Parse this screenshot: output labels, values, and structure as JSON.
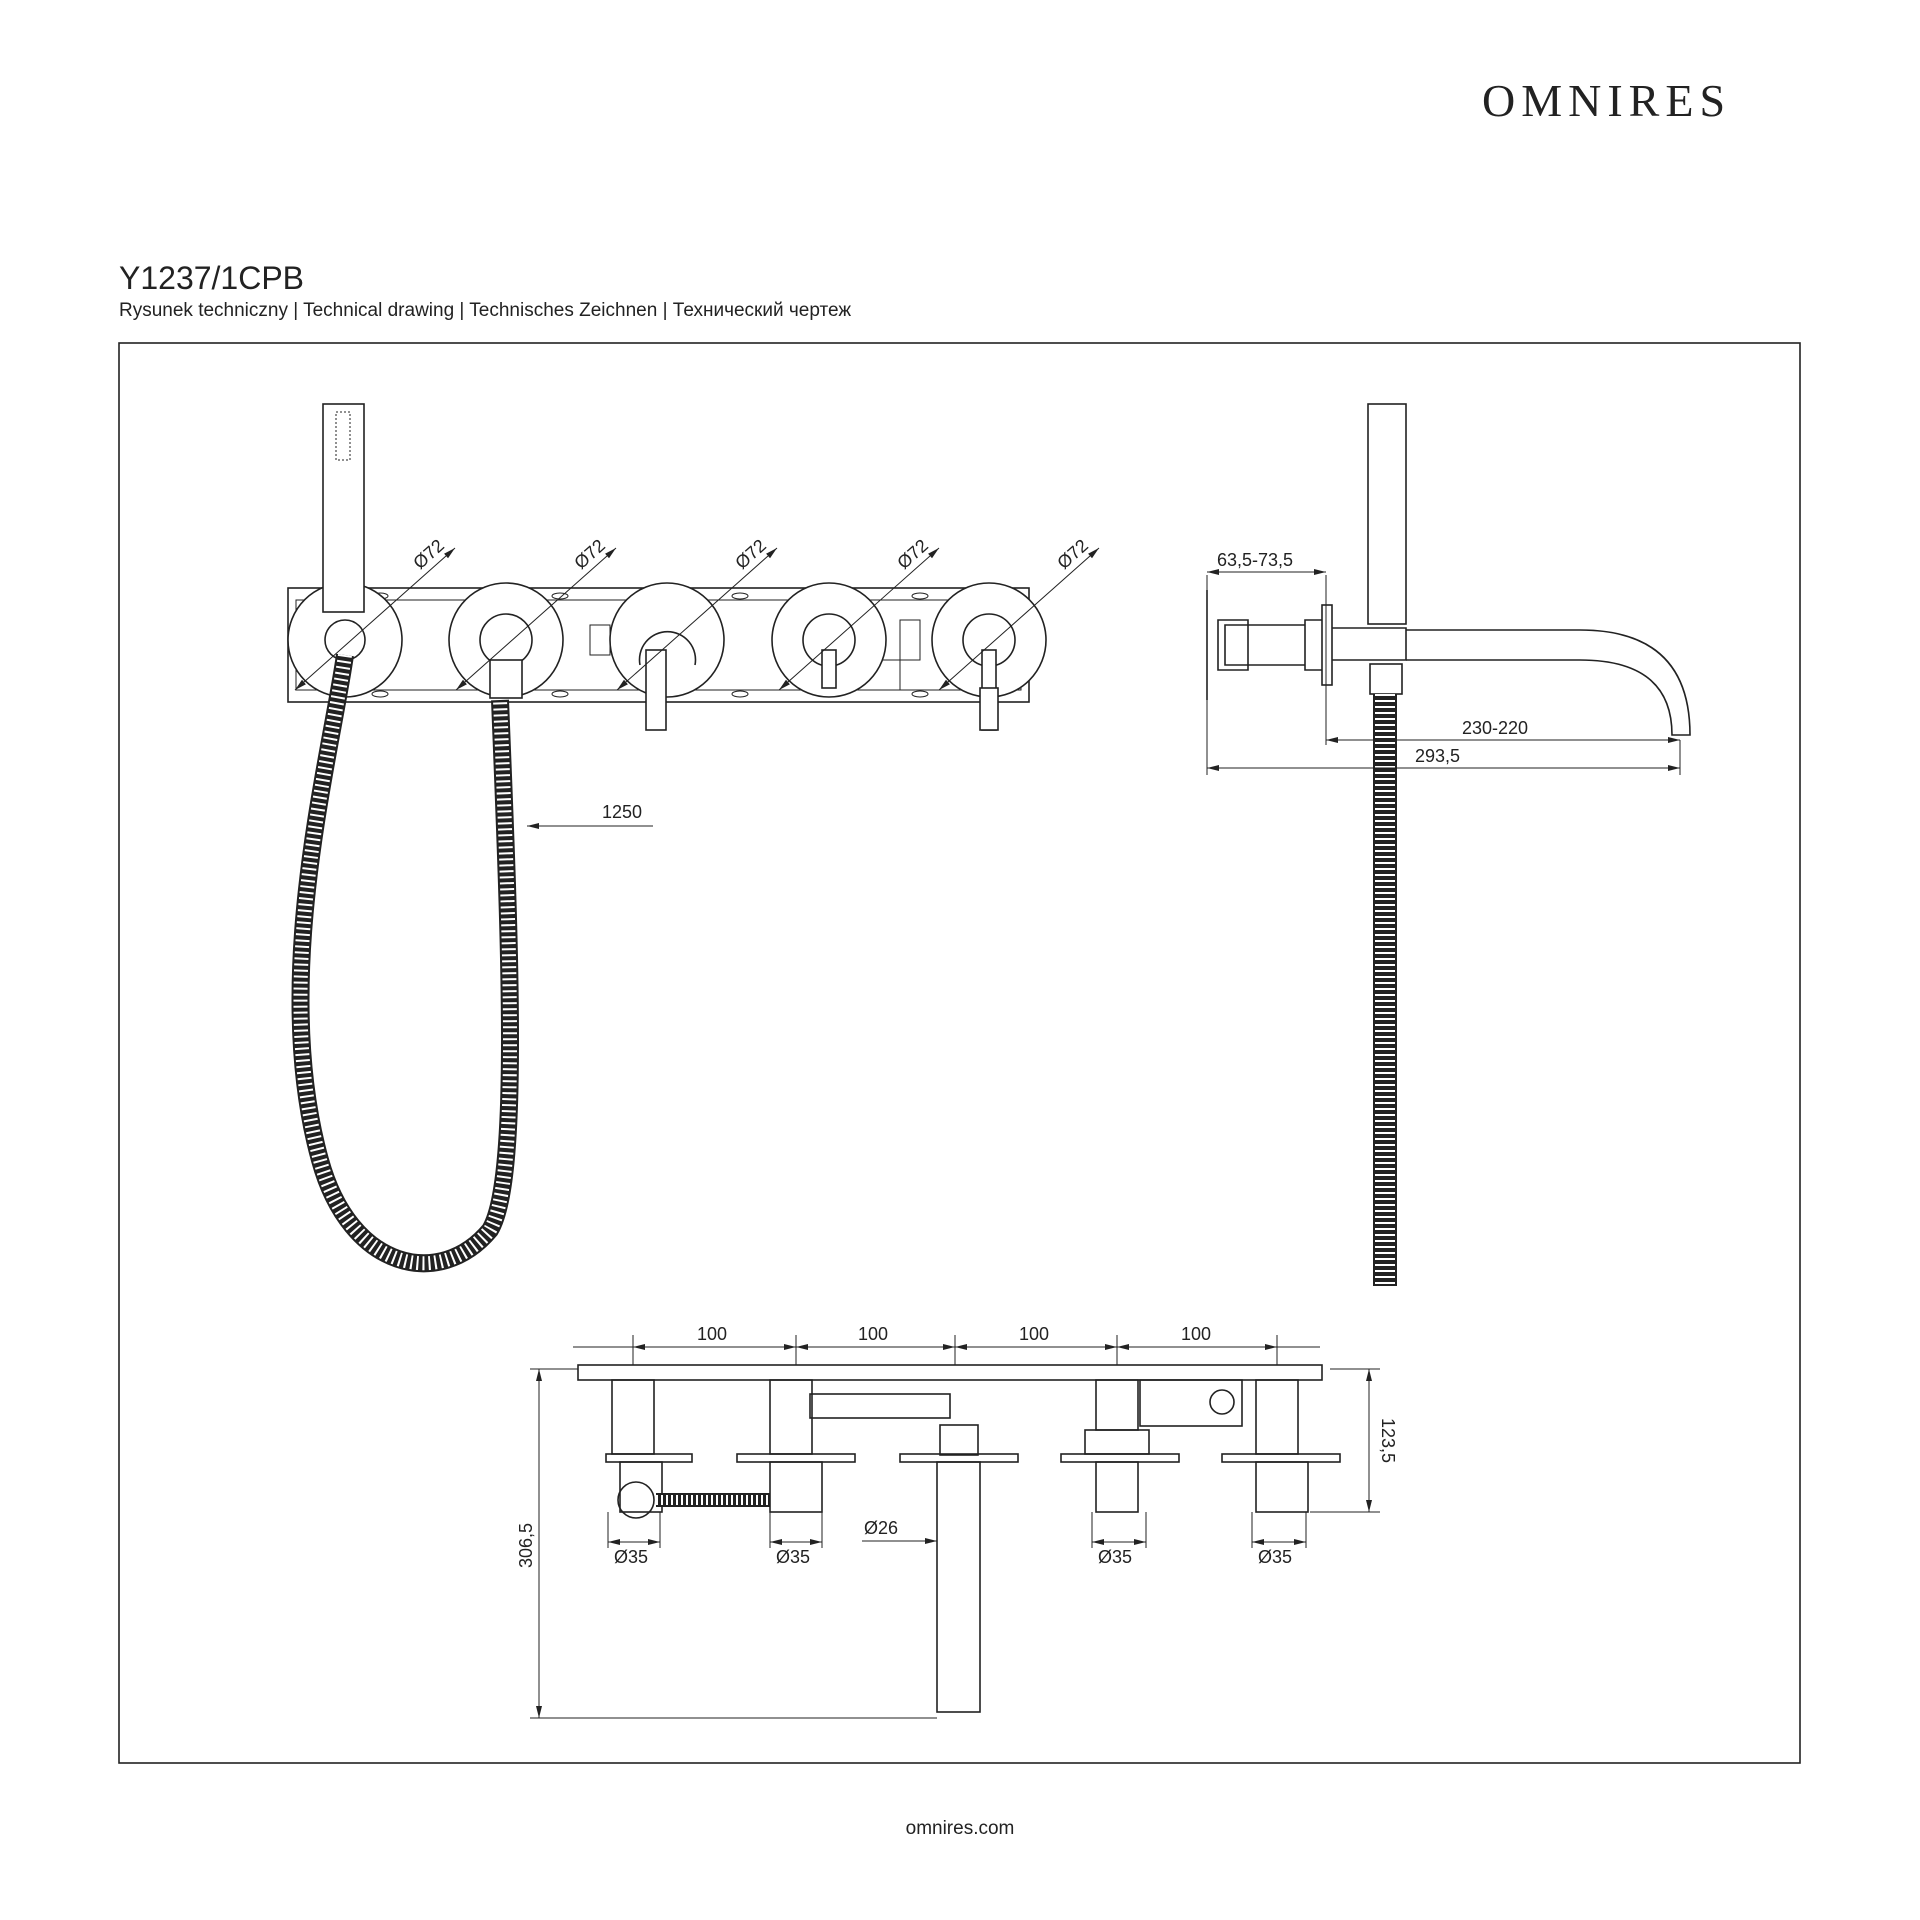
{
  "brand": "OMNIRES",
  "product_code": "Y1237/1CPB",
  "subtitle": "Rysunek techniczny | Technical drawing | Technisches Zeichnen | Технический чертеж",
  "footer_url": "omnires.com",
  "front_view": {
    "diameter_labels": [
      "Ø72",
      "Ø72",
      "Ø72",
      "Ø72",
      "Ø72"
    ],
    "hose_length": "1250"
  },
  "side_view": {
    "depth": "63,5-73,5",
    "spout_reach": "230-220",
    "total_reach": "293,5"
  },
  "top_view": {
    "spacings": [
      "100",
      "100",
      "100",
      "100"
    ],
    "height": "123,5",
    "total_height": "306,5",
    "diameters": [
      "Ø35",
      "Ø35",
      "Ø35",
      "Ø35"
    ],
    "spout_diameter": "Ø26"
  }
}
